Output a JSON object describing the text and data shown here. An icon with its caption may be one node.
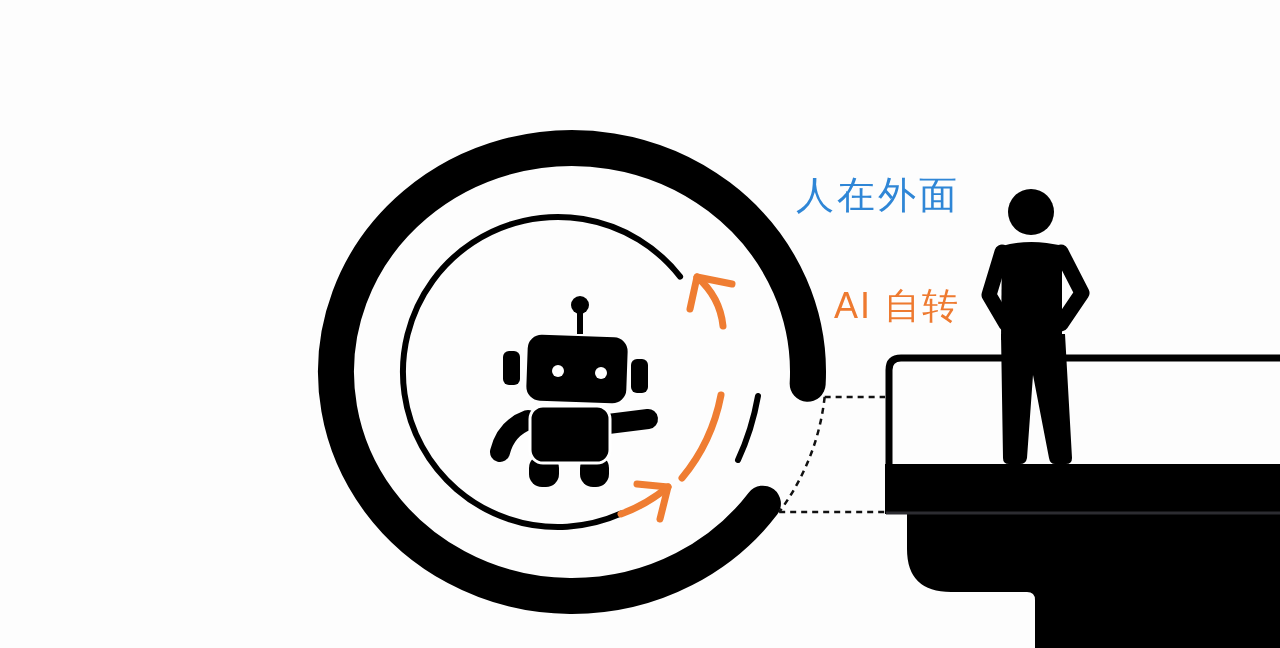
{
  "diagram": {
    "nodes": [
      {
        "text": [],
        "shape": "circle"
      },
      {
        "text": [],
        "shape": "picture",
        "in": 0
      },
      {
        "text": [],
        "shape": "person"
      },
      {
        "text": [],
        "shape": "picture"
      }
    ],
    "edges": [
      {
        "from": 0,
        "to": 3,
        "arrow": "none",
        "style": "dashed"
      },
      {
        "from": 0,
        "to": 3,
        "arrow": "none",
        "style": "dashed"
      }
    ],
    "labels": [
      "人在外面",
      "AI 自转"
    ]
  }
}
